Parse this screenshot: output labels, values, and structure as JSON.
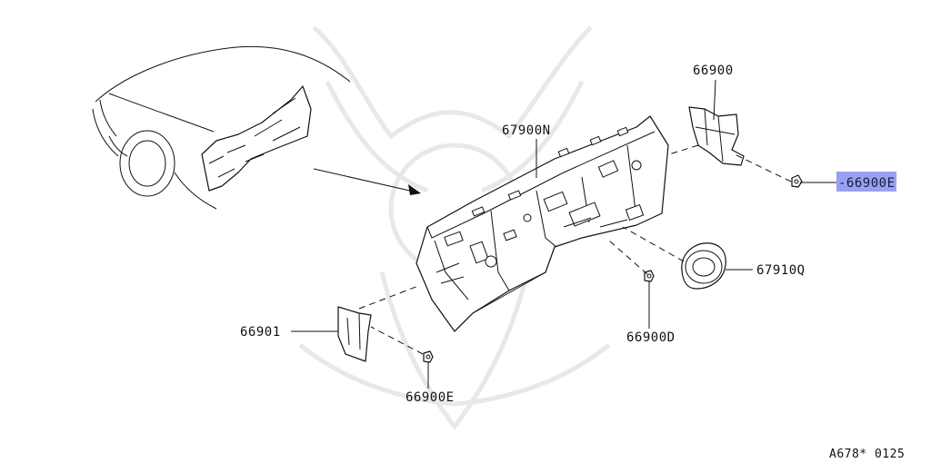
{
  "diagram": {
    "highlight_color": "#9aa0f0",
    "parts": [
      {
        "id": "p66900-top",
        "label": "66900"
      },
      {
        "id": "p67900N",
        "label": "67900N"
      },
      {
        "id": "p66900E-right",
        "label": "-66900E",
        "highlighted": true
      },
      {
        "id": "p67910Q",
        "label": "67910Q"
      },
      {
        "id": "p66901",
        "label": "66901"
      },
      {
        "id": "p66900D",
        "label": "66900D"
      },
      {
        "id": "p66900E-bottom",
        "label": "66900E"
      }
    ],
    "diagram_code": "A678* 0125"
  }
}
